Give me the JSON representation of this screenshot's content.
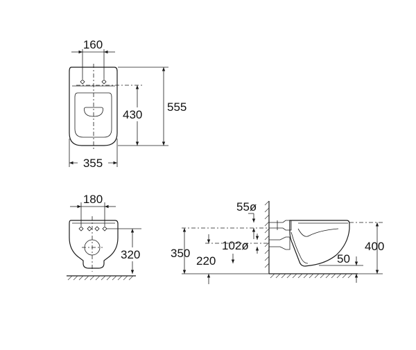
{
  "diagram": {
    "top_view": {
      "dim_hole_spacing": "160",
      "dim_bolt_to_front": "430",
      "dim_length": "555",
      "dim_width": "355"
    },
    "front_view": {
      "dim_hole_spacing": "180",
      "dim_hole_height": "320"
    },
    "side_view": {
      "dim_inlet_diameter": "55ø",
      "dim_outlet_diameter": "102ø",
      "dim_inlet_height": "350",
      "dim_outlet_height": "220",
      "dim_rim_height": "400",
      "dim_base_gap": "50"
    }
  }
}
